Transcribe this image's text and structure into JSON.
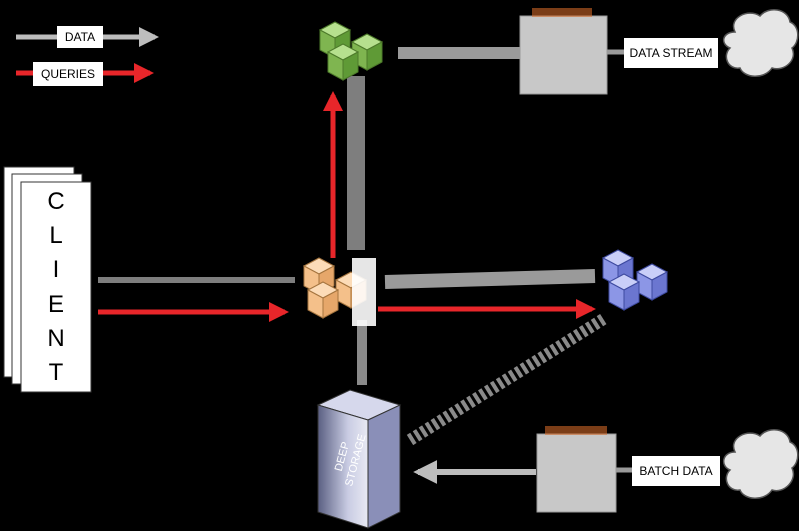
{
  "legend": {
    "data_label": "DATA",
    "queries_label": "QUERIES"
  },
  "client": {
    "letters": [
      "C",
      "L",
      "I",
      "E",
      "N",
      "T"
    ]
  },
  "data_stream": {
    "label": "DATA STREAM"
  },
  "batch_data": {
    "label": "BATCH DATA"
  },
  "deep_storage": {
    "line1": "DEEP",
    "line2": "STORAGE"
  },
  "colors": {
    "data_arrow": "#bdbdbd",
    "query_arrow": "#e8262a",
    "realtime_cubes": "#8cc65a",
    "broker_cubes": "#f4c08a",
    "historical_cubes": "#8c96e6",
    "processing_box": "#c8c8c8",
    "processing_label": "#e0702a"
  }
}
